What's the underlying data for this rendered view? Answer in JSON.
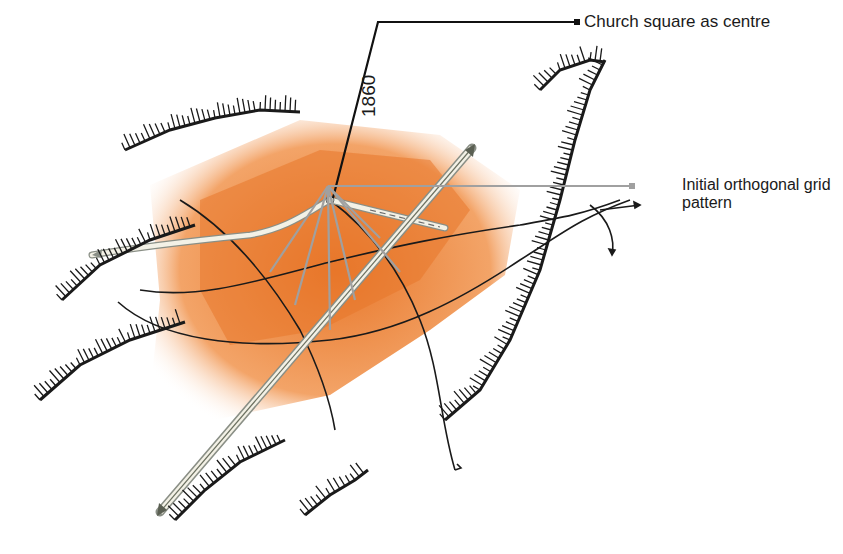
{
  "diagram": {
    "labels": [
      "1860",
      "Church square as centre",
      "Initial orthogonal grid pattern"
    ]
  }
}
